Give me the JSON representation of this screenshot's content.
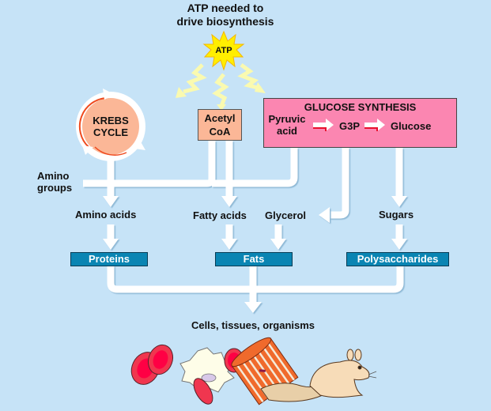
{
  "title": "ATP needed to drive biosynthesis",
  "title_lines": [
    "ATP needed to",
    "drive biosynthesis"
  ],
  "atp_label": "ATP",
  "krebs": {
    "line1": "KREBS",
    "line2": "CYCLE"
  },
  "acetyl": {
    "line1": "Acetyl",
    "line2": "CoA"
  },
  "glucose_synthesis": {
    "title": "GLUCOSE SYNTHESIS",
    "pyruvic_line1": "Pyruvic",
    "pyruvic_line2": "acid",
    "g3p": "G3P",
    "glucose": "Glucose"
  },
  "amino_groups": {
    "line1": "Amino",
    "line2": "groups"
  },
  "monomers": {
    "amino_acids": "Amino acids",
    "fatty_acids": "Fatty acids",
    "glycerol": "Glycerol",
    "sugars": "Sugars"
  },
  "polymers": {
    "proteins": "Proteins",
    "fats": "Fats",
    "polysaccharides": "Polysaccharides"
  },
  "result": "Cells, tissues, organisms",
  "colors": {
    "background": "#c6e3f7",
    "box_blue": "#0a85b3",
    "krebs_fill": "#fbb797",
    "glucose_box": "#fb86b1",
    "atp_star": "#ffee00",
    "arrow_red": "#e8102e"
  }
}
